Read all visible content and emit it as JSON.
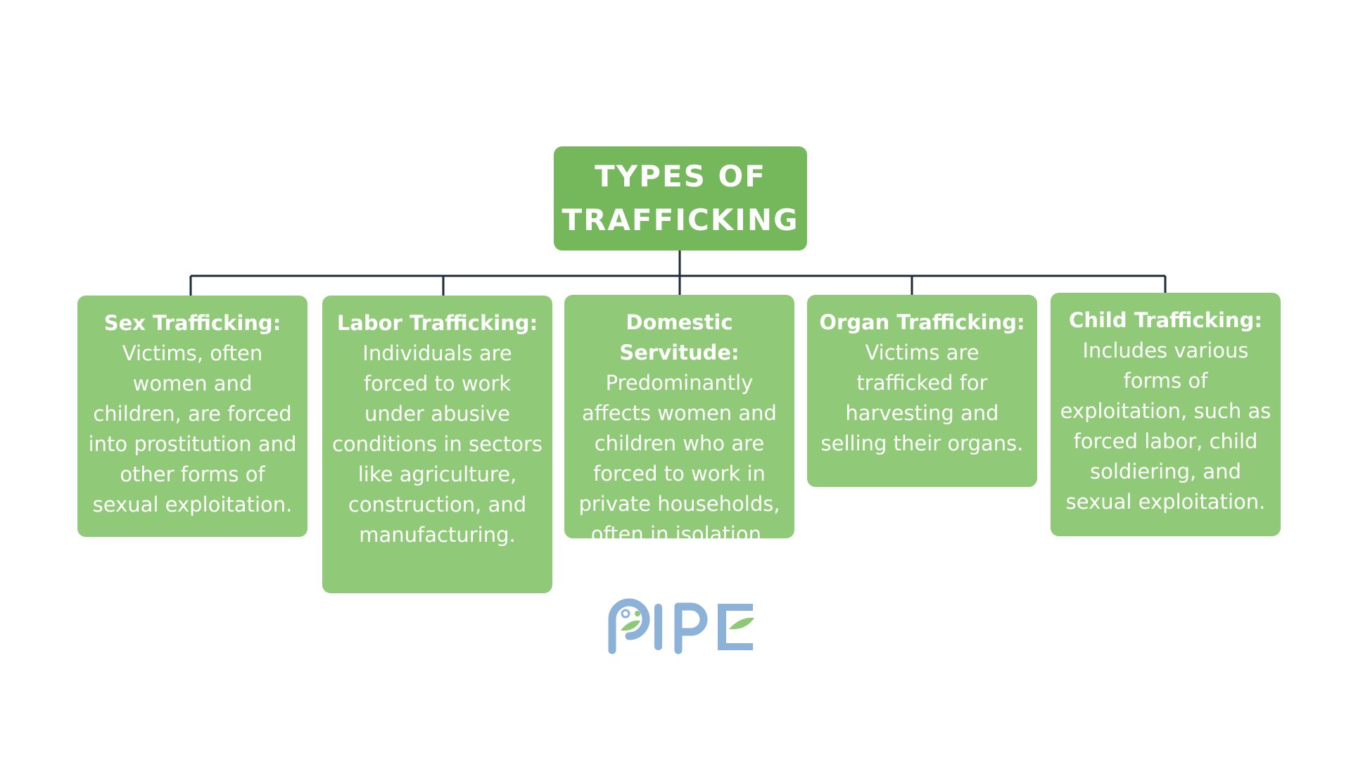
{
  "title": "TYPES OF\nTRAFFICKING",
  "colors": {
    "root": "#75b85b",
    "card": "#90c978",
    "connector": "#1c2b3a",
    "text": "#ffffff",
    "logo_blue": "#8cb2d8",
    "logo_green": "#8fc978"
  },
  "types": [
    {
      "heading": "Sex Trafficking:",
      "body": "Victims, often women and children, are forced into prostitution and other forms of sexual exploitation."
    },
    {
      "heading": "Labor Trafficking:",
      "body": "Individuals are forced to work under abusive conditions in sectors like agriculture, construction, and manufacturing."
    },
    {
      "heading": "Domestic Servitude:",
      "body": "Predominantly affects women and children who are forced to work in private households, often in isolation."
    },
    {
      "heading": "Organ Trafficking:",
      "body": "Victims are trafficked for harvesting and selling their organs."
    },
    {
      "heading": "Child Trafficking:",
      "body": "Includes various forms of exploitation, such as forced labor, child soldiering, and sexual exploitation."
    }
  ],
  "logo": {
    "text": "PIPE",
    "icon": "pipe-logo"
  }
}
